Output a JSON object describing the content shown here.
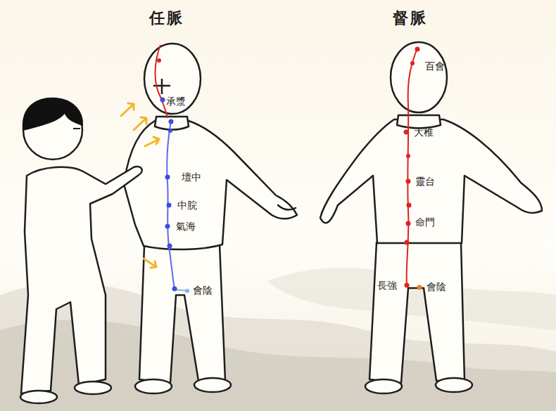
{
  "diagram": {
    "labels": [
      "任脈",
      "承漿",
      "壇中",
      "中脘",
      "氣海",
      "會陰",
      "督脈",
      "百會",
      "大椎",
      "靈台",
      "命門",
      "長強",
      "會陰"
    ]
  }
}
